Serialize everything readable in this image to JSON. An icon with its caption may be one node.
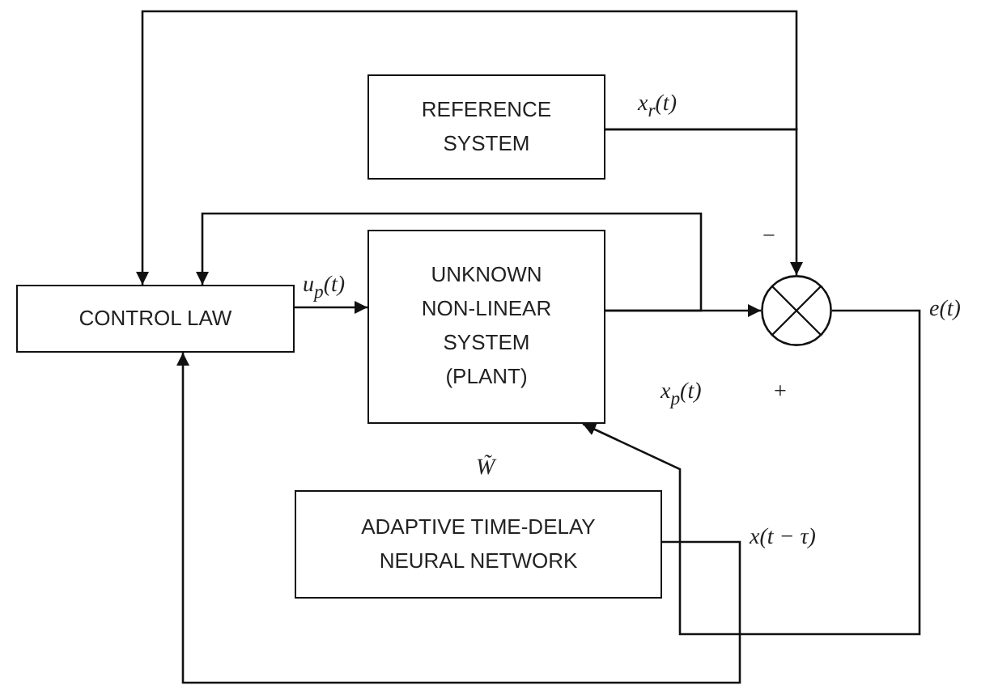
{
  "diagram": {
    "nodes": [
      {
        "text": [
          "REFERENCE SYSTEM"
        ]
      },
      {
        "text": [
          "CONTROL LAW"
        ]
      },
      {
        "text": [
          "UNKNOWN NON-LINEAR SYSTEM (PLANT)"
        ]
      },
      {
        "text": [],
        "shape": "circle"
      },
      {
        "text": [
          "ADAPTIVE TIME-DELAY NEURAL NETWORK"
        ]
      }
    ],
    "edges": [
      {
        "from": 0,
        "to": 3,
        "arrow": "to",
        "label": "x$_{r}$(t)"
      },
      {
        "from": 0,
        "to": 1,
        "arrow": "to"
      },
      {
        "from": 1,
        "to": 2,
        "arrow": "to",
        "label": "u$_{p}$(t)"
      },
      {
        "from": 2,
        "to": 3,
        "arrow": "to",
        "label": "x$_{p}$(t)"
      },
      {
        "from": 2,
        "to": 1,
        "arrow": "to"
      },
      {
        "from": 3,
        "to": 2,
        "arrow": "to",
        "label": "e(t)"
      },
      {
        "from": 4,
        "to": 1,
        "arrow": "to",
        "label": "x(t − τ)"
      }
    ],
    "labels": [
      "−",
      "+",
      "W̃"
    ]
  }
}
